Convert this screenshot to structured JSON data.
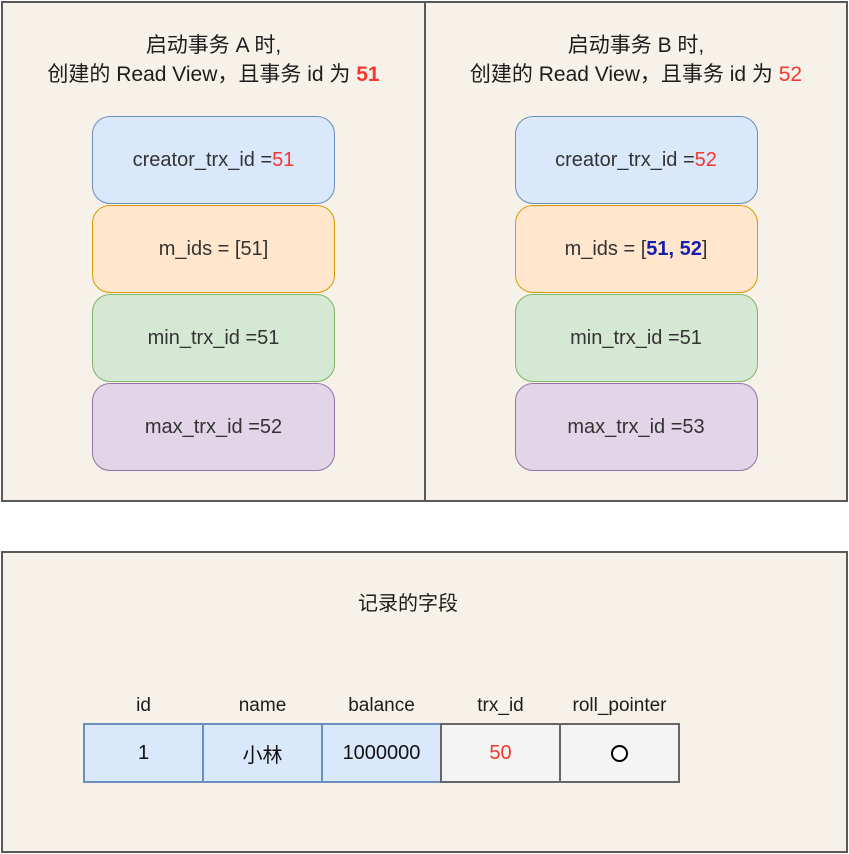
{
  "colors": {
    "panel_background": "#f6f2e9",
    "panel_border": "#595959",
    "highlight_red": "#f5372e",
    "highlight_navy": "#161cab",
    "box_blue_fill": "#dae8fc",
    "box_blue_stroke": "#6c8ebf",
    "box_orange_fill": "#ffe6cc",
    "box_orange_stroke": "#d79b00",
    "box_green_fill": "#d5e8d4",
    "box_green_stroke": "#82b366",
    "box_purple_fill": "#e1d5e7",
    "box_purple_stroke": "#9673a6",
    "cell_gray_fill": "#f4f4f4",
    "cell_gray_stroke": "#666666"
  },
  "panel_a": {
    "title_line1": "启动事务 A 时,",
    "title_line2_prefix": "创建的 Read View，且事务 id 为 ",
    "title_line2_value": "51",
    "title_value_style": "red-bold",
    "boxes": {
      "creator": {
        "prefix": "creator_trx_id = ",
        "value": "51",
        "suffix": "",
        "value_style": "red"
      },
      "m_ids": {
        "prefix": "m_ids = [",
        "value": "51",
        "suffix": "]",
        "value_style": "plain"
      },
      "min": {
        "prefix": "min_trx_id = ",
        "value": "51",
        "suffix": "",
        "value_style": "plain"
      },
      "max": {
        "prefix": "max_trx_id = ",
        "value": "52",
        "suffix": "",
        "value_style": "plain"
      }
    }
  },
  "panel_b": {
    "title_line1": "启动事务 B 时,",
    "title_line2_prefix": "创建的 Read View，且事务 id 为 ",
    "title_line2_value": "52",
    "title_value_style": "red",
    "boxes": {
      "creator": {
        "prefix": "creator_trx_id = ",
        "value": "52",
        "suffix": "",
        "value_style": "red"
      },
      "m_ids": {
        "prefix": "m_ids = [",
        "value": "51, 52",
        "suffix": "]",
        "value_style": "navy"
      },
      "min": {
        "prefix": "min_trx_id = ",
        "value": "51",
        "suffix": "",
        "value_style": "plain"
      },
      "max": {
        "prefix": "max_trx_id = ",
        "value": "53",
        "suffix": "",
        "value_style": "plain"
      }
    }
  },
  "record_panel": {
    "title": "记录的字段",
    "columns": [
      "id",
      "name",
      "balance",
      "trx_id",
      "roll_pointer"
    ],
    "row": {
      "id": "1",
      "name": "小林",
      "balance": "1000000",
      "trx_id": "50",
      "trx_id_style": "red",
      "roll_pointer_icon": "circle-outline"
    }
  }
}
